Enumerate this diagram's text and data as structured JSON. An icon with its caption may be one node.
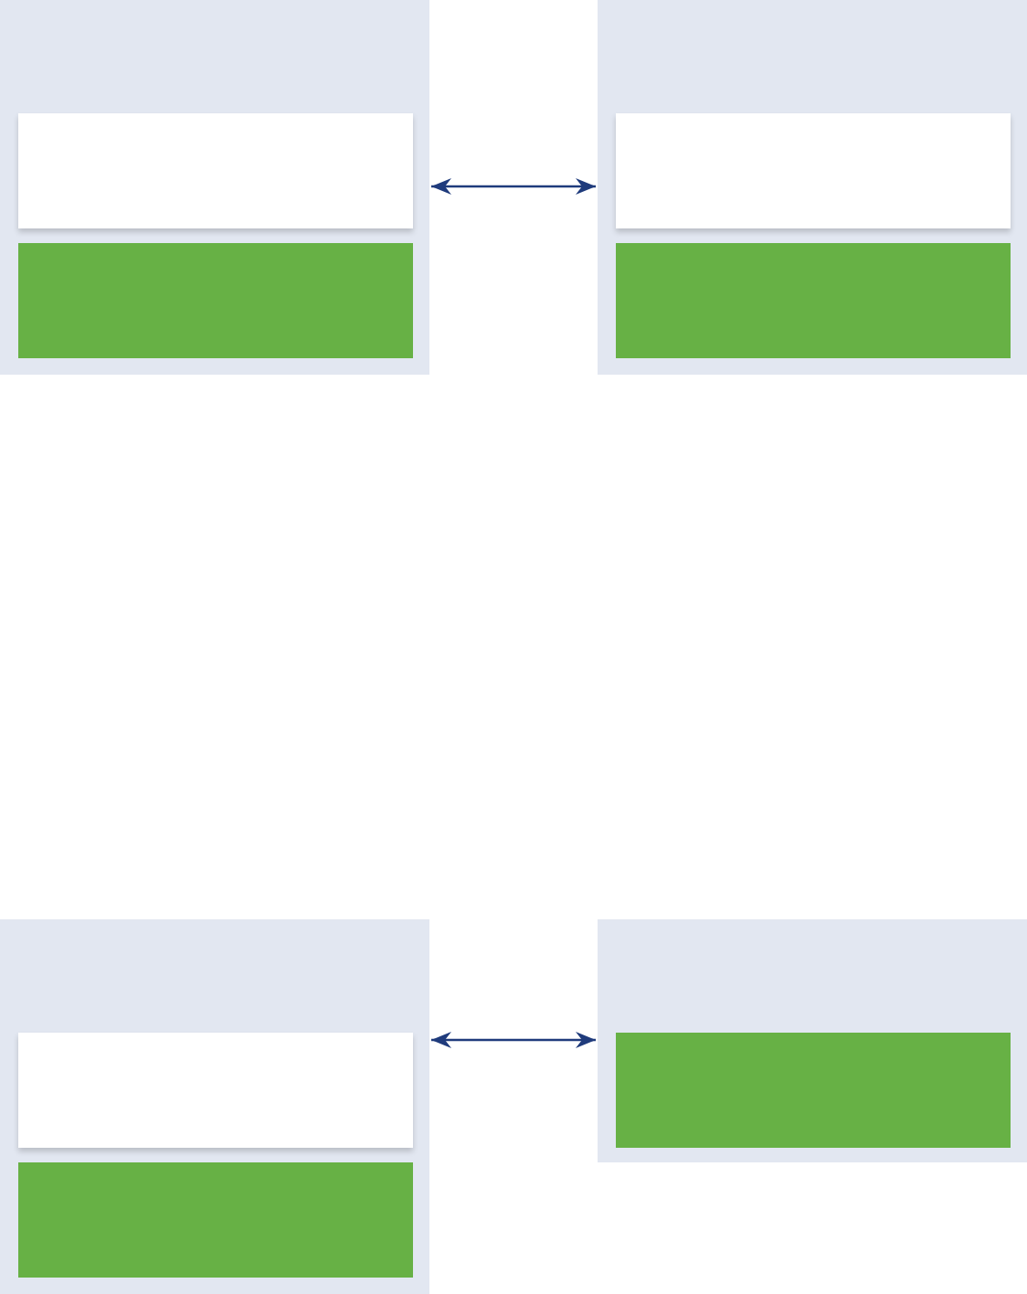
{
  "diagram": {
    "nodes": [
      {
        "text": [],
        "shape": "box"
      },
      {
        "text": [],
        "shape": "box",
        "in": 0
      },
      {
        "text": [],
        "shape": "box",
        "in": 0
      },
      {
        "text": [],
        "shape": "box"
      },
      {
        "text": [],
        "shape": "box",
        "in": 3
      },
      {
        "text": [],
        "shape": "box",
        "in": 3
      },
      {
        "text": [],
        "shape": "box"
      },
      {
        "text": [],
        "shape": "box",
        "in": 6
      },
      {
        "text": [],
        "shape": "box",
        "in": 6
      },
      {
        "text": [],
        "shape": "box"
      },
      {
        "text": [],
        "shape": "box",
        "in": 9
      }
    ],
    "edges": [
      {
        "from": 0,
        "to": 3,
        "arrow": "both"
      },
      {
        "from": 6,
        "to": 9,
        "arrow": "both"
      }
    ]
  }
}
